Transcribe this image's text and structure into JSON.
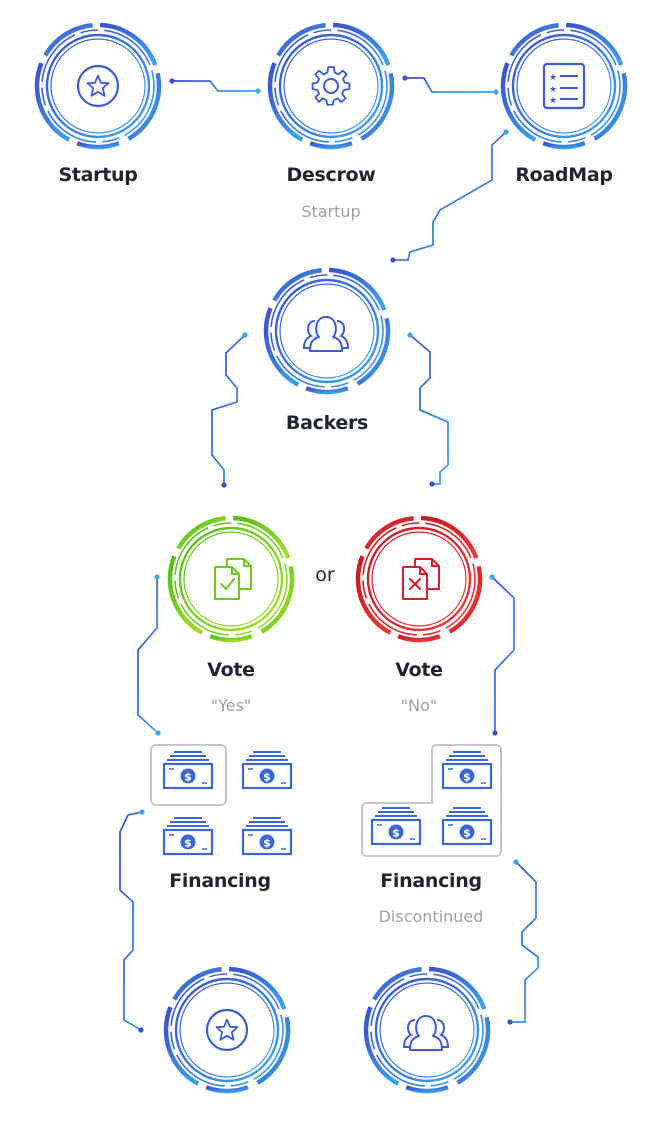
{
  "nodes": {
    "startup": {
      "title": "Startup"
    },
    "descrow": {
      "title": "Descrow",
      "subtitle": "Startup"
    },
    "roadmap": {
      "title": "RoadMap"
    },
    "backers": {
      "title": "Backers"
    },
    "vote_yes": {
      "title": "Vote",
      "subtitle": "\"Yes\""
    },
    "vote_no": {
      "title": "Vote",
      "subtitle": "\"No\""
    },
    "financing": {
      "title": "Financing"
    },
    "financing_discontinued": {
      "title": "Financing",
      "subtitle": "Discontinued"
    }
  },
  "connector_text": "or",
  "colors": {
    "blue_dark": "#3b4fd0",
    "blue_light": "#3b95e8",
    "green": "#74cc1e",
    "red": "#d8202c",
    "text": "#1f2433",
    "subtext": "#9a9ea6",
    "box_border": "#c4c7cc"
  },
  "icons": [
    "star-icon",
    "gear-icon",
    "checklist-icon",
    "people-icon",
    "document-check-icon",
    "document-x-icon",
    "money-stack-icon"
  ]
}
